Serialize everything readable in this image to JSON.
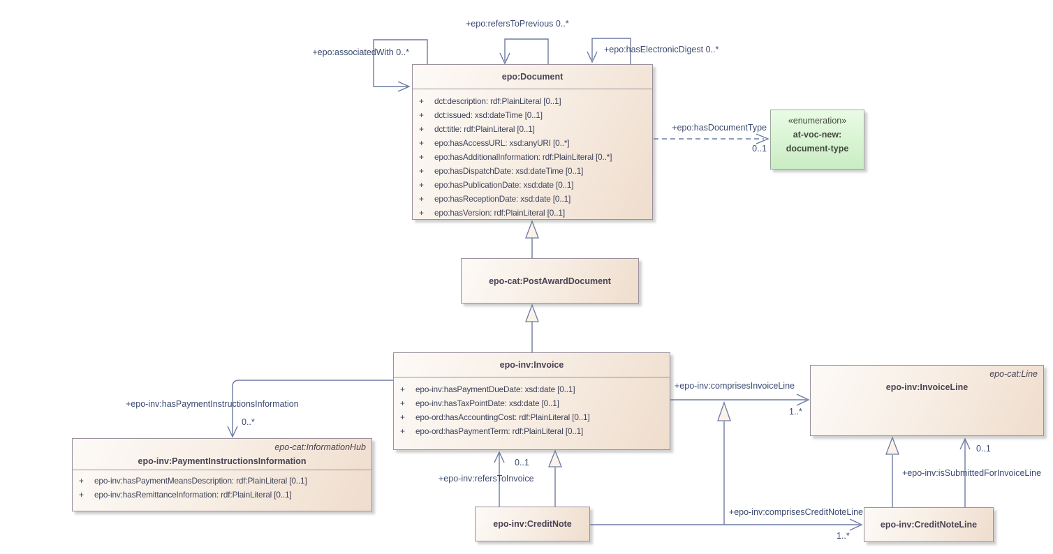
{
  "classes": {
    "document": {
      "title": "epo:Document",
      "attributes": [
        {
          "v": "+",
          "t": "dct:description: rdf:PlainLiteral [0..1]"
        },
        {
          "v": "+",
          "t": "dct:issued: xsd:dateTime [0..1]"
        },
        {
          "v": "+",
          "t": "dct:title: rdf:PlainLiteral [0..1]"
        },
        {
          "v": "+",
          "t": "epo:hasAccessURL: xsd:anyURI [0..*]"
        },
        {
          "v": "+",
          "t": "epo:hasAdditionalInformation: rdf:PlainLiteral [0..*]"
        },
        {
          "v": "+",
          "t": "epo:hasDispatchDate: xsd:dateTime [0..1]"
        },
        {
          "v": "+",
          "t": "epo:hasPublicationDate: xsd:date [0..1]"
        },
        {
          "v": "+",
          "t": "epo:hasReceptionDate: xsd:date [0..1]"
        },
        {
          "v": "+",
          "t": "epo:hasVersion: rdf:PlainLiteral [0..1]"
        }
      ]
    },
    "post_award_document": {
      "title": "epo-cat:PostAwardDocument"
    },
    "invoice": {
      "title": "epo-inv:Invoice",
      "attributes": [
        {
          "v": "+",
          "t": "epo-inv:hasPaymentDueDate: xsd:date [0..1]"
        },
        {
          "v": "+",
          "t": "epo-inv:hasTaxPointDate: xsd:date [0..1]"
        },
        {
          "v": "+",
          "t": "epo-ord:hasAccountingCost: rdf:PlainLiteral [0..1]"
        },
        {
          "v": "+",
          "t": "epo-ord:hasPaymentTerm: rdf:PlainLiteral [0..1]"
        }
      ]
    },
    "payment_instructions_information": {
      "stereotype": "epo-cat:InformationHub",
      "title": "epo-inv:PaymentInstructionsInformation",
      "attributes": [
        {
          "v": "+",
          "t": "epo-inv:hasPaymentMeansDescription: rdf:PlainLiteral [0..1]"
        },
        {
          "v": "+",
          "t": "epo-inv:hasRemittanceInformation: rdf:PlainLiteral [0..1]"
        }
      ]
    },
    "invoice_line": {
      "stereotype": "epo-cat:Line",
      "title": "epo-inv:InvoiceLine"
    },
    "credit_note": {
      "title": "epo-inv:CreditNote"
    },
    "credit_note_line": {
      "title": "epo-inv:CreditNoteLine"
    }
  },
  "enumeration": {
    "stereotype": "«enumeration»",
    "title_line1": "at-voc-new:",
    "title_line2": "document-type"
  },
  "edges": {
    "associated_with": {
      "label": "+epo:associatedWith 0..*"
    },
    "refers_to_previous": {
      "label": "+epo:refersToPrevious 0..*"
    },
    "has_electronic_digest": {
      "label": "+epo:hasElectronicDigest 0..*"
    },
    "has_document_type": {
      "label": "+epo:hasDocumentType",
      "mult": "0..1"
    },
    "has_payment_instructions_information": {
      "label": "+epo-inv:hasPaymentInstructionsInformation",
      "mult": "0..*"
    },
    "comprises_invoice_line": {
      "label": "+epo-inv:comprisesInvoiceLine",
      "mult": "1..*"
    },
    "refers_to_invoice": {
      "label": "+epo-inv:refersToInvoice",
      "mult": "0..1"
    },
    "comprises_credit_note_line": {
      "label": "+epo-inv:comprisesCreditNoteLine",
      "mult": "1..*"
    },
    "is_submitted_for_invoice_line": {
      "label": "+epo-inv:isSubmittedForInvoiceLine",
      "mult": "0..1"
    }
  },
  "colors": {
    "class_fill_light": "#fdfaf7",
    "class_fill_dark": "#efddcd",
    "class_border": "#9a8f9b",
    "enum_fill_light": "#eafbe5",
    "enum_fill_dark": "#c9edc3",
    "connector": "#6b7ba1",
    "label_text": "#3b4a70",
    "class_text": "#4a4354",
    "attr_text": "#3e4359"
  }
}
